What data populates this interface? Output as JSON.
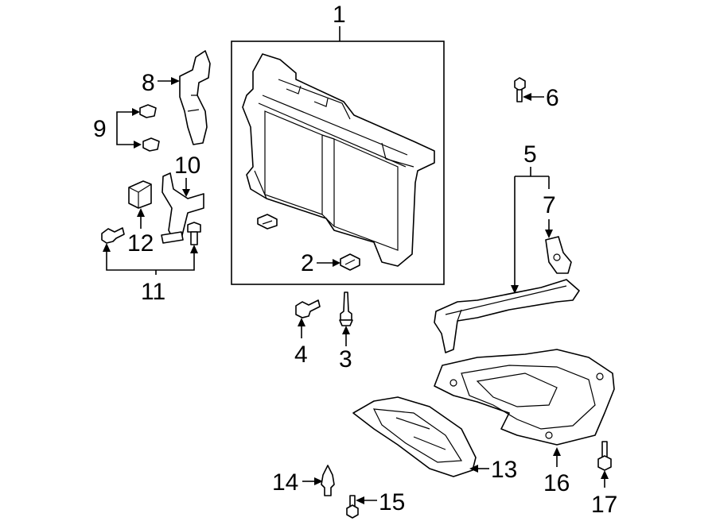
{
  "diagram": {
    "callouts": [
      {
        "id": "1",
        "label": "1"
      },
      {
        "id": "2",
        "label": "2"
      },
      {
        "id": "3",
        "label": "3"
      },
      {
        "id": "4",
        "label": "4"
      },
      {
        "id": "5",
        "label": "5"
      },
      {
        "id": "6",
        "label": "6"
      },
      {
        "id": "7",
        "label": "7"
      },
      {
        "id": "8",
        "label": "8"
      },
      {
        "id": "9",
        "label": "9"
      },
      {
        "id": "10",
        "label": "10"
      },
      {
        "id": "11",
        "label": "11"
      },
      {
        "id": "12",
        "label": "12"
      },
      {
        "id": "13",
        "label": "13"
      },
      {
        "id": "14",
        "label": "14"
      },
      {
        "id": "15",
        "label": "15"
      },
      {
        "id": "16",
        "label": "16"
      },
      {
        "id": "17",
        "label": "17"
      }
    ]
  }
}
